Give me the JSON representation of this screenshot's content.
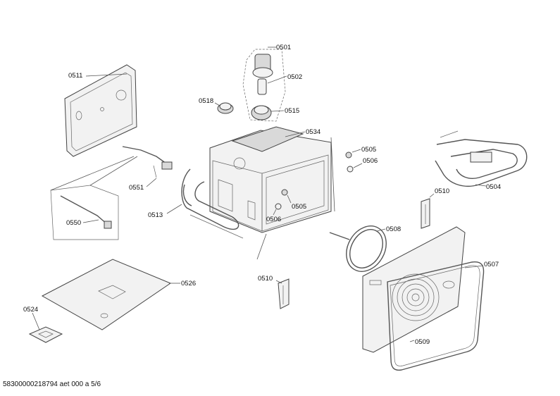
{
  "labels": {
    "p0501": "0501",
    "p0502": "0502",
    "p0515": "0515",
    "p0518": "0518",
    "p0511": "0511",
    "p0534": "0534",
    "p0505a": "0505",
    "p0506a": "0506",
    "p0505b": "0505",
    "p0506b": "0506",
    "p0551": "0551",
    "p0513": "0513",
    "p0504": "0504",
    "p0510a": "0510",
    "p0508": "0508",
    "p0550": "0550",
    "p0507": "0507",
    "p0510b": "0510",
    "p0526": "0526",
    "p0524": "0524",
    "p0509": "0509"
  },
  "footer": "58300000218794 aet 000 a 5/6"
}
